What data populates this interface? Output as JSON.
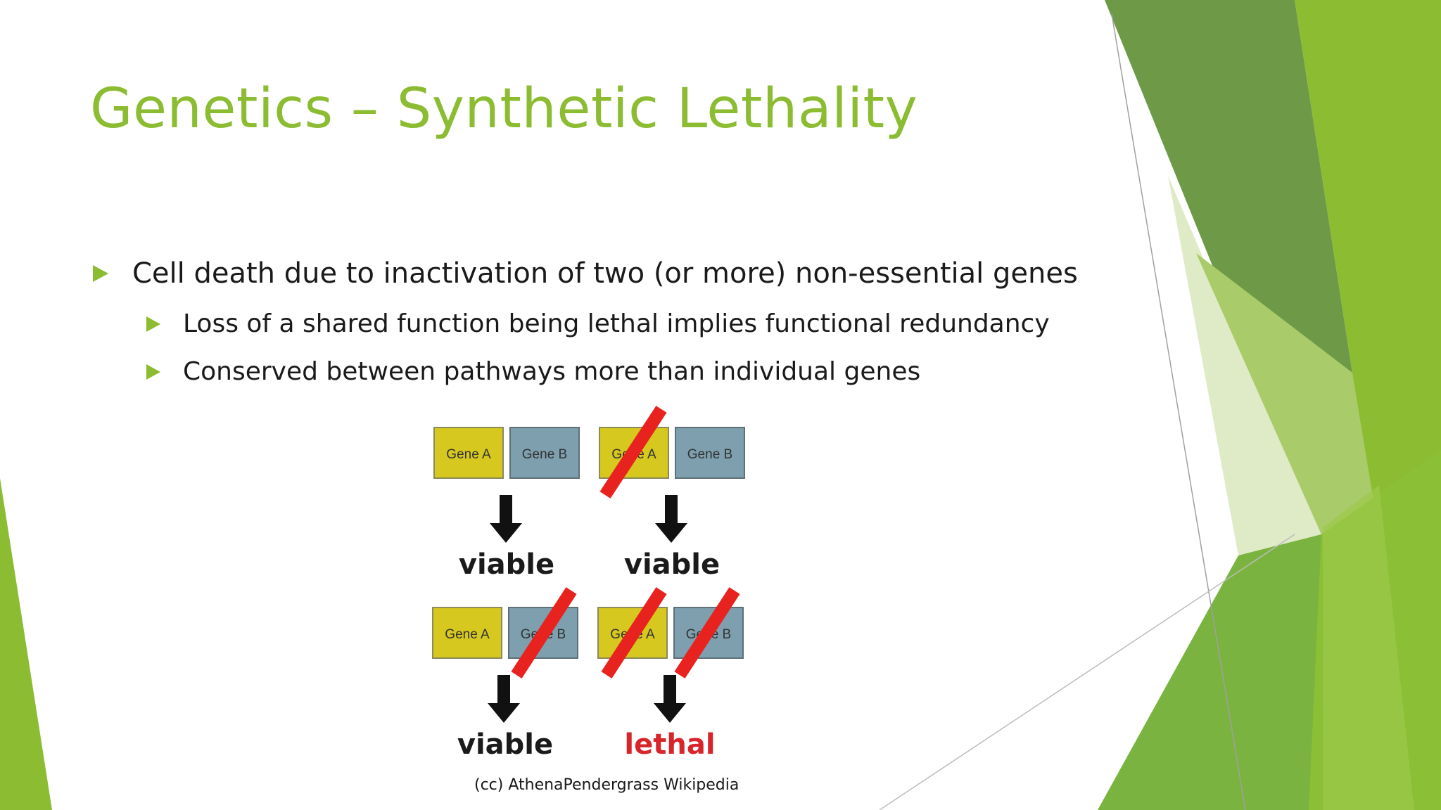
{
  "slide": {
    "title": "Genetics – Synthetic Lethality",
    "bullets": [
      "Cell death due to inactivation of two (or more) non-essential genes",
      "Loss of a shared function being lethal implies functional redundancy",
      "Conserved between pathways more than individual genes"
    ]
  },
  "diagram": {
    "gene_a_label": "Gene A",
    "gene_b_label": "Gene B",
    "outcome_viable": "viable",
    "outcome_lethal": "lethal",
    "caption": "(cc) AthenaPendergrass Wikipedia"
  },
  "colors": {
    "accent_green": "#8cbc32",
    "gene_a_fill": "#d6c81e",
    "gene_b_fill": "#7d9fae",
    "strike_red": "#e8231f",
    "lethal_red": "#d8242b"
  }
}
